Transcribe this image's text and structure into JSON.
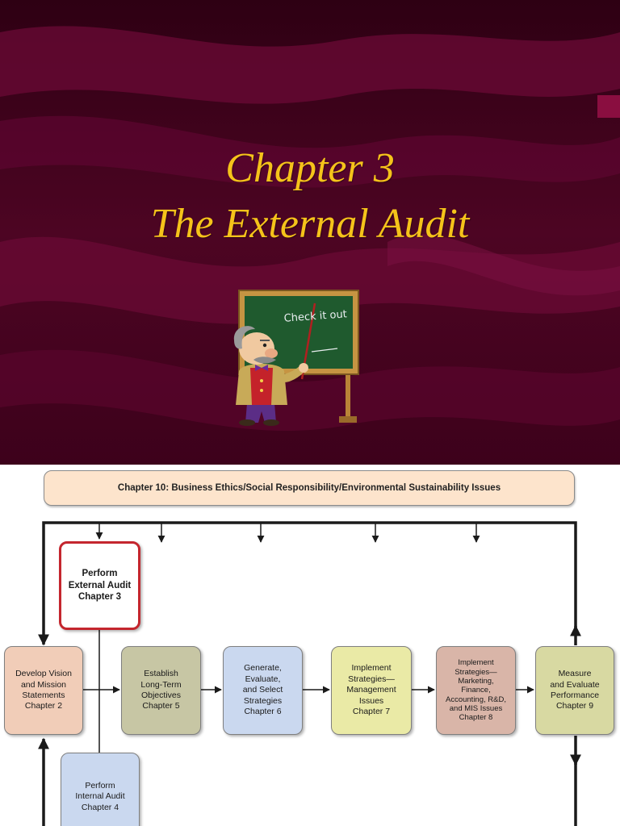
{
  "slide": {
    "title_line1": "Chapter 3",
    "title_line2": "The External Audit",
    "chalkboard_text": "Check it out",
    "colors": {
      "background": "#3a0018",
      "title": "#f5c31a",
      "chalkboard": "#1f5a2e",
      "frame": "#c69442"
    }
  },
  "diagram": {
    "banner": "Chapter 10: Business Ethics/Social Responsibility/Environmental Sustainability Issues",
    "boxes": {
      "external_audit": "Perform\nExternal Audit\nChapter 3",
      "vision": "Develop Vision\nand Mission\nStatements\nChapter 2",
      "objectives": "Establish\nLong-Term\nObjectives\nChapter 5",
      "generate": "Generate,\nEvaluate,\nand Select\nStrategies\nChapter 6",
      "management": "Implement\nStrategies—\nManagement\nIssues\nChapter 7",
      "marketing": "Implement\nStrategies—\nMarketing,\nFinance,\nAccounting, R&D,\nand MIS Issues\nChapter 8",
      "measure": "Measure\nand Evaluate\nPerformance\nChapter 9",
      "internal_audit": "Perform\nInternal Audit\nChapter 4"
    },
    "colors": {
      "external_border": "#c4262e",
      "banner_fill": "#fde4cc",
      "vision_fill": "#f1cdb8",
      "objectives_fill": "#c7c6a4",
      "generate_fill": "#cad8ef",
      "management_fill": "#eaeaa6",
      "marketing_fill": "#d9b5a8",
      "measure_fill": "#d8d9a2",
      "internal_fill": "#cad8ef"
    }
  }
}
